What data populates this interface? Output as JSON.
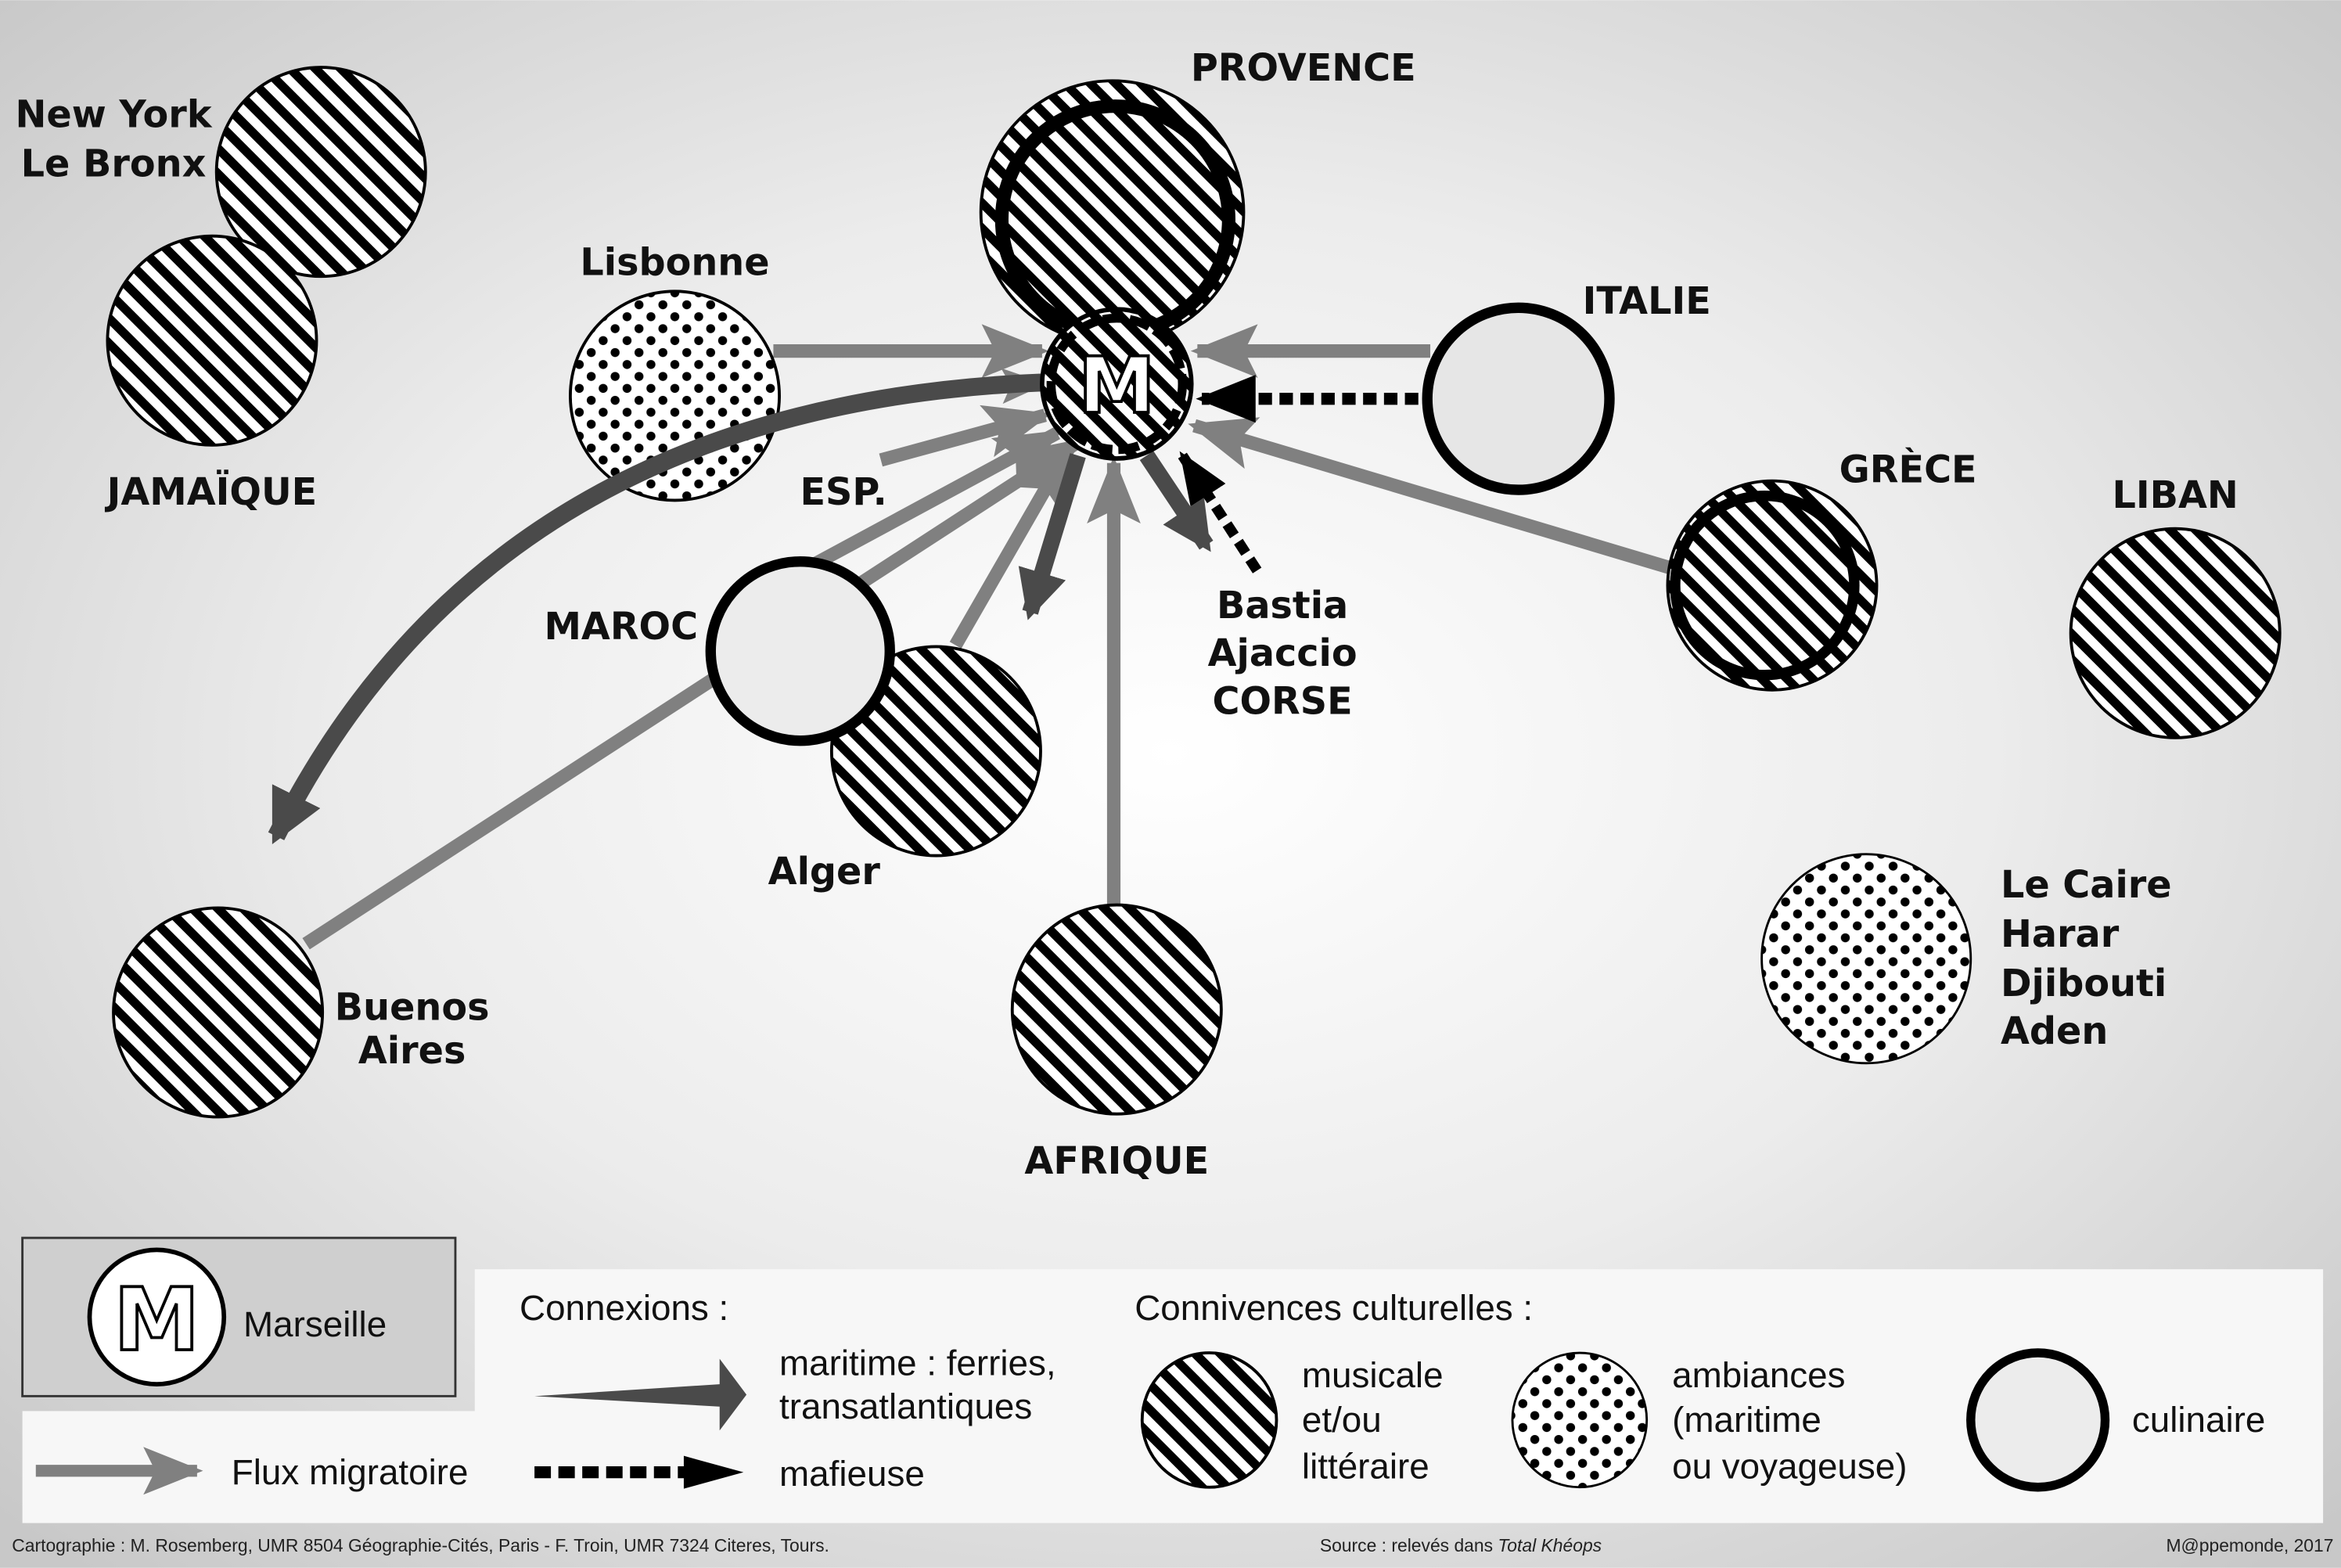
{
  "places": {
    "newyork": [
      "New York",
      "Le Bronx"
    ],
    "jamaique": "JAMAÏQUE",
    "provence": "PROVENCE",
    "lisbonne": "Lisbonne",
    "italie": "ITALIE",
    "grece": "GRÈCE",
    "liban": "LIBAN",
    "esp": "ESP.",
    "maroc": "MAROC",
    "corse": [
      "Bastia",
      "Ajaccio",
      "CORSE"
    ],
    "alger": "Alger",
    "buenos": [
      "Buenos",
      "Aires"
    ],
    "afrique": "AFRIQUE",
    "caire": [
      "Le  Caire",
      "Harar",
      "Djibouti",
      "Aden"
    ],
    "marseille_symbol": "M"
  },
  "legend": {
    "marseille": "Marseille",
    "flux": "Flux migratoire",
    "connexions_title": "Connexions :",
    "maritime": [
      "maritime : ferries,",
      "transatlantiques"
    ],
    "mafieuse": "mafieuse",
    "connivences_title": "Connivences culturelles :",
    "musicale": [
      "musicale",
      "et/ou",
      "littéraire"
    ],
    "ambiances": [
      "ambiances",
      "(maritime",
      "ou voyageuse)"
    ],
    "culinaire": "culinaire"
  },
  "footer": {
    "credits": "Cartographie : M. Rosemberg, UMR 8504 Géographie-Cités, Paris - F. Troin, UMR 7324 Citeres, Tours.",
    "source_prefix": "Source : relevés dans ",
    "source_title": "Total Khéops",
    "publisher": "M@ppemonde, 2017"
  },
  "colors": {
    "flux": "#808080",
    "maritime": "#4a4a4a",
    "mafieuse": "#000000"
  }
}
